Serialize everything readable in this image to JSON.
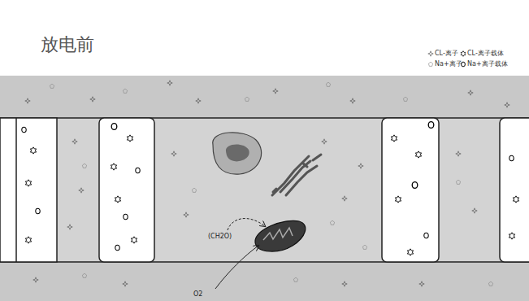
{
  "diagram": {
    "title": "放电前",
    "labels": [
      "(CH2O)",
      "O2"
    ],
    "legend": [
      {
        "text": "CL-离子"
      },
      {
        "text": "CL-离子载体"
      },
      {
        "text": "Na+离子"
      },
      {
        "text": "Na+离子载体"
      }
    ]
  }
}
